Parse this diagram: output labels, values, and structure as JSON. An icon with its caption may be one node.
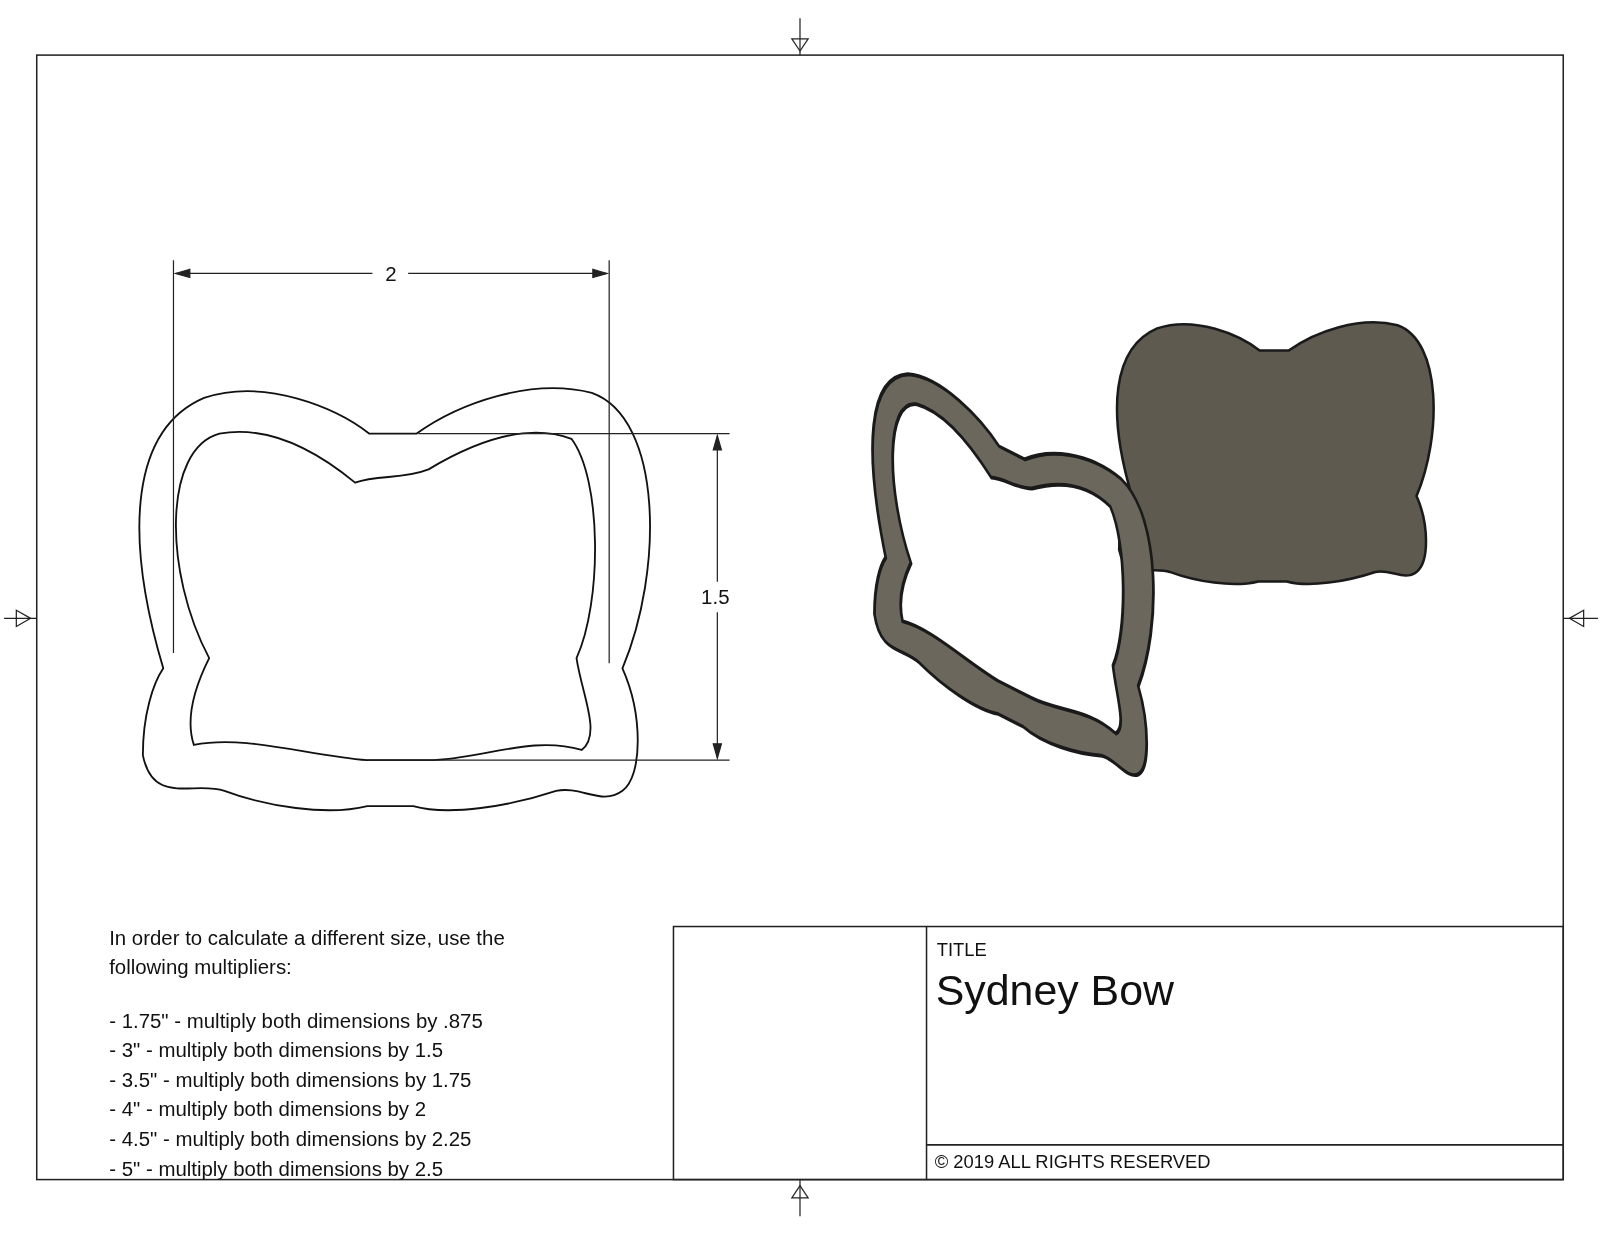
{
  "diagram": {
    "labels": [
      "2",
      "1.5",
      "In order to calculate a different size, use the following multipliers:",
      "- 1.75\" - multiply both dimensions by .875",
      "- 3\" - multiply both dimensions by 1.5",
      "- 3.5\" - multiply both dimensions by 1.75",
      "- 4\" - multiply both dimensions by 2",
      "- 4.5\" - multiply both dimensions by 2.25",
      "- 5\" - multiply both dimensions by 2.5",
      "TITLE",
      "Sydney Bow",
      "© 2019 ALL RIGHTS RESERVED"
    ]
  }
}
